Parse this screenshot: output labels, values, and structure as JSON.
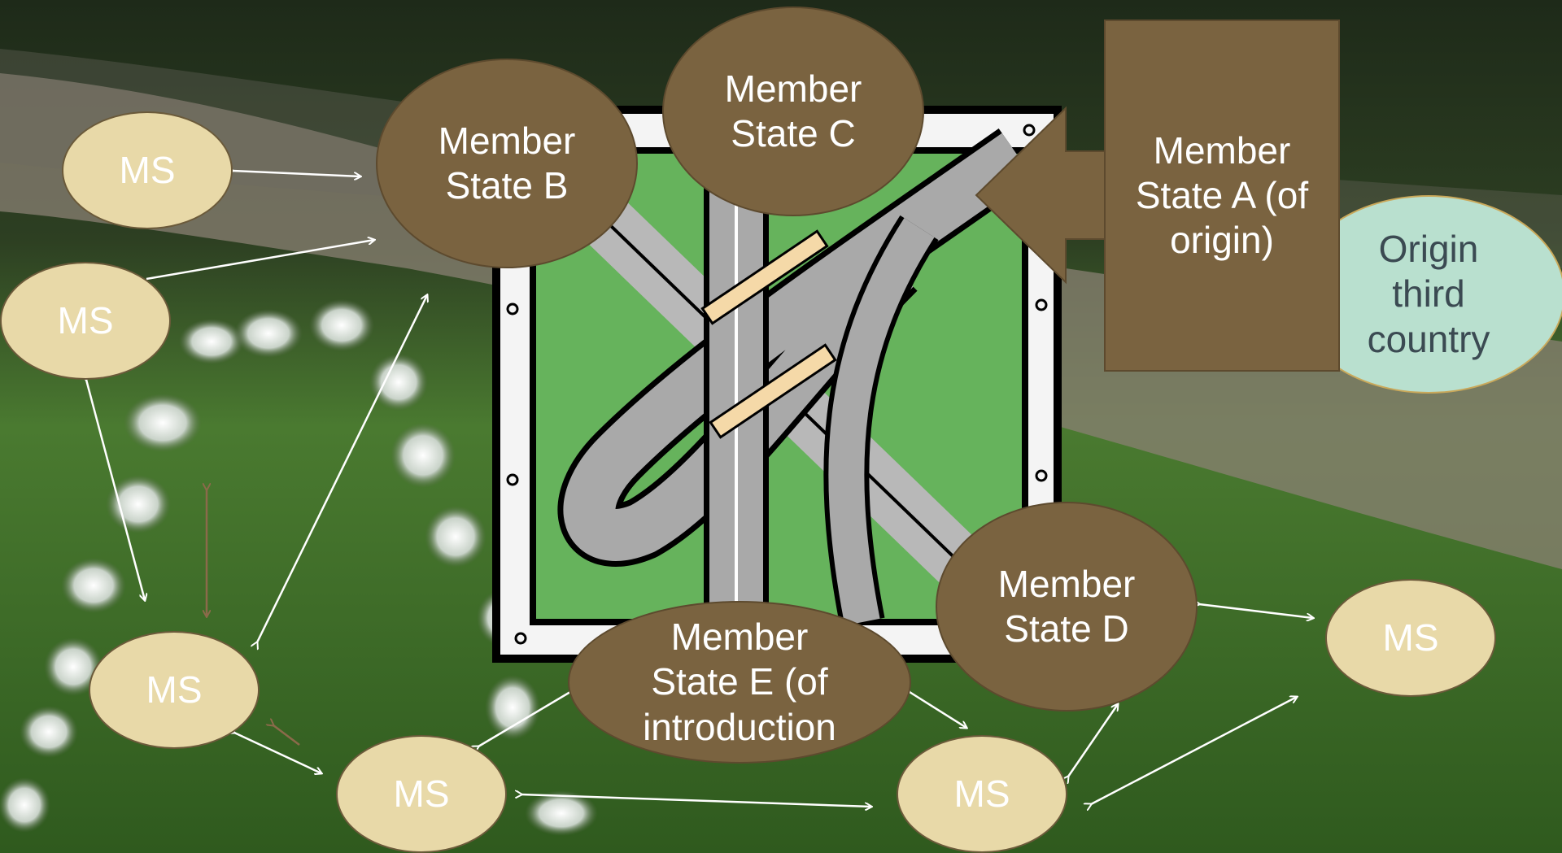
{
  "colors": {
    "brown_node": "#7a6340",
    "ms_node": "#e8d9a8",
    "origin_node": "#b9e0cf",
    "connector": "#ffffff",
    "brown_connector": "#8b6a4a"
  },
  "icons": {
    "background": "fountain-water-photo",
    "center": "highway-interchange-sign-icon"
  },
  "nodes": {
    "state_a": "Member\nState A (of\norigin)",
    "state_b": "Member\nState B",
    "state_c": "Member\nState C",
    "state_d": "Member\nState D",
    "state_e": "Member\nState E (of\nintroduction",
    "origin": "Origin\nthird\ncountry",
    "ms": "MS"
  }
}
